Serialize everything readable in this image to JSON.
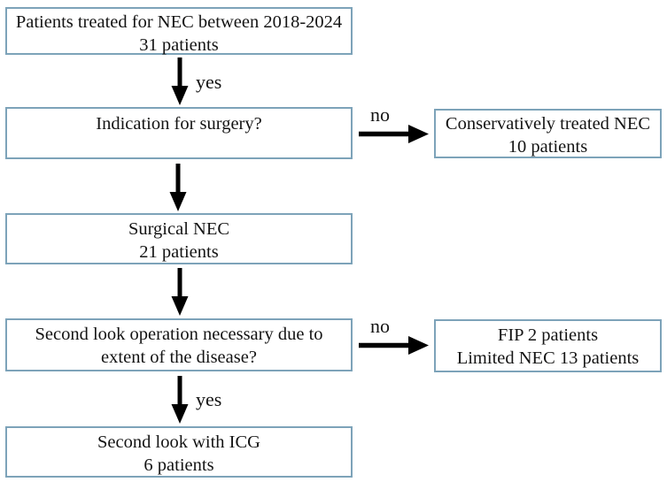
{
  "flowchart": {
    "boxes": {
      "patients_total": {
        "lines": [
          "Patients treated for NEC between 2018-2024",
          "31 patients"
        ]
      },
      "indication_surgery": {
        "lines": [
          "Indication for surgery?"
        ]
      },
      "conservative": {
        "lines": [
          "Conservatively treated NEC",
          "10 patients"
        ]
      },
      "surgical_nec": {
        "lines": [
          "Surgical NEC",
          "21 patients"
        ]
      },
      "second_look_question": {
        "lines": [
          "Second look operation necessary due to",
          "extent of the disease?"
        ]
      },
      "fip_limited": {
        "lines": [
          "FIP 2 patients",
          "Limited NEC 13 patients"
        ]
      },
      "second_look_icg": {
        "lines": [
          "Second look with ICG",
          "6 patients"
        ]
      }
    },
    "branch_labels": {
      "yes_top": "yes",
      "no_surgery": "no",
      "no_second_look": "no",
      "yes_bottom": "yes"
    },
    "colors": {
      "box_border": "#7da3b9",
      "arrow": "#000000",
      "text": "#141414",
      "background": "#ffffff"
    }
  }
}
